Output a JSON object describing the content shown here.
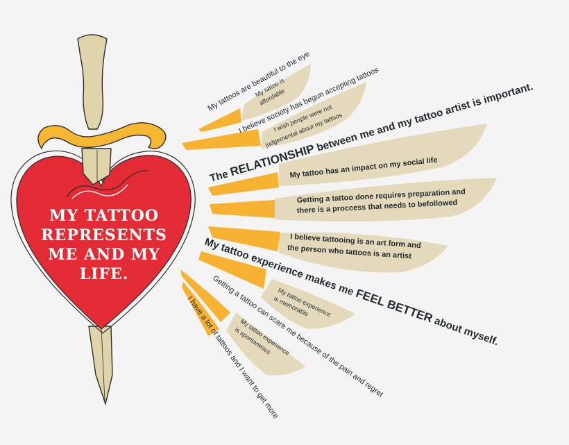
{
  "heart": {
    "title_lines": [
      "MY TATTOO",
      "REPRESENTS",
      "ME AND MY",
      "LIFE."
    ]
  },
  "statements": {
    "beautiful": "My tattoos are beautiful to the eye",
    "affordable_1": "My tattoo is",
    "affordable_2": "affordable",
    "society": "I believe society has begun accepting tattoos",
    "judgement_1": "I wish people were not",
    "judgement_2": "judgemental about my tattoos",
    "relationship_pre": "The ",
    "relationship_em": "RELATIONSHIP",
    "relationship_post": " between me and my tattoo artist is important.",
    "social": "My tattoo has an impact on my social life",
    "preparation_1": "Getting a tattoo done requires preparation and",
    "preparation_2": "there is a proccess that needs to befollowed",
    "artform_1": "I believe tattooing is an art form and",
    "artform_2": "the person who tattoos is an artist",
    "feel_pre": "My tattoo experience makes me ",
    "feel_em": "FEEL BETTER",
    "feel_post": " about myself.",
    "memorable_1": "My tattoo experience",
    "memorable_2": "is memorable",
    "scare": "Getting a tattoo can scare me because of the pain and regret",
    "spontaneous_1": "My tattoo experience",
    "spontaneous_2": "is spontaneous",
    "lots": "I have a lot of tattoos and I want to get more"
  },
  "colors": {
    "heart_red": "#e22b35",
    "ray_orange": "#f7b232",
    "feather_beige": "#e4dabb",
    "blade": "#dfd4aa",
    "guard_gold": "#f5b731",
    "text_dark": "#1f2a2e"
  }
}
